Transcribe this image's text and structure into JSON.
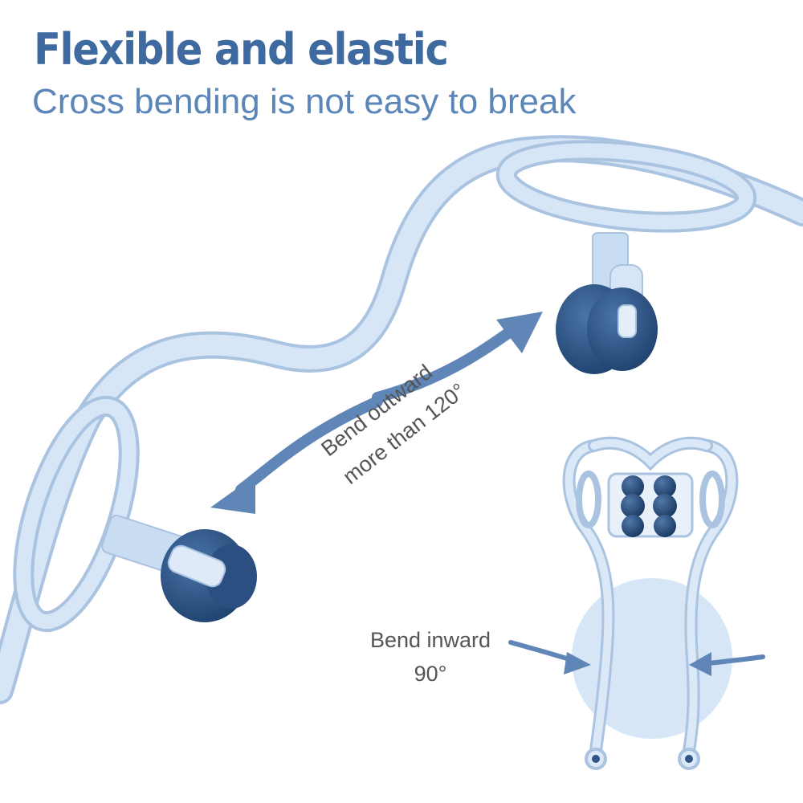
{
  "header": {
    "headline": "Flexible and elastic",
    "subline": "Cross bending is not easy to break"
  },
  "callouts": {
    "outward_line1": "Bend outward",
    "outward_line2": "more than 120°",
    "inward_line1": "Bend inward",
    "inward_line2": "90°"
  },
  "colors": {
    "headline": "#3f6aa0",
    "subline": "#5b86b8",
    "frame": "#cfe0f4",
    "frame_edge": "#a9c3e0",
    "roller": "#2d5585",
    "arrow": "#5f86b6",
    "circle": "#d6e6f7"
  }
}
